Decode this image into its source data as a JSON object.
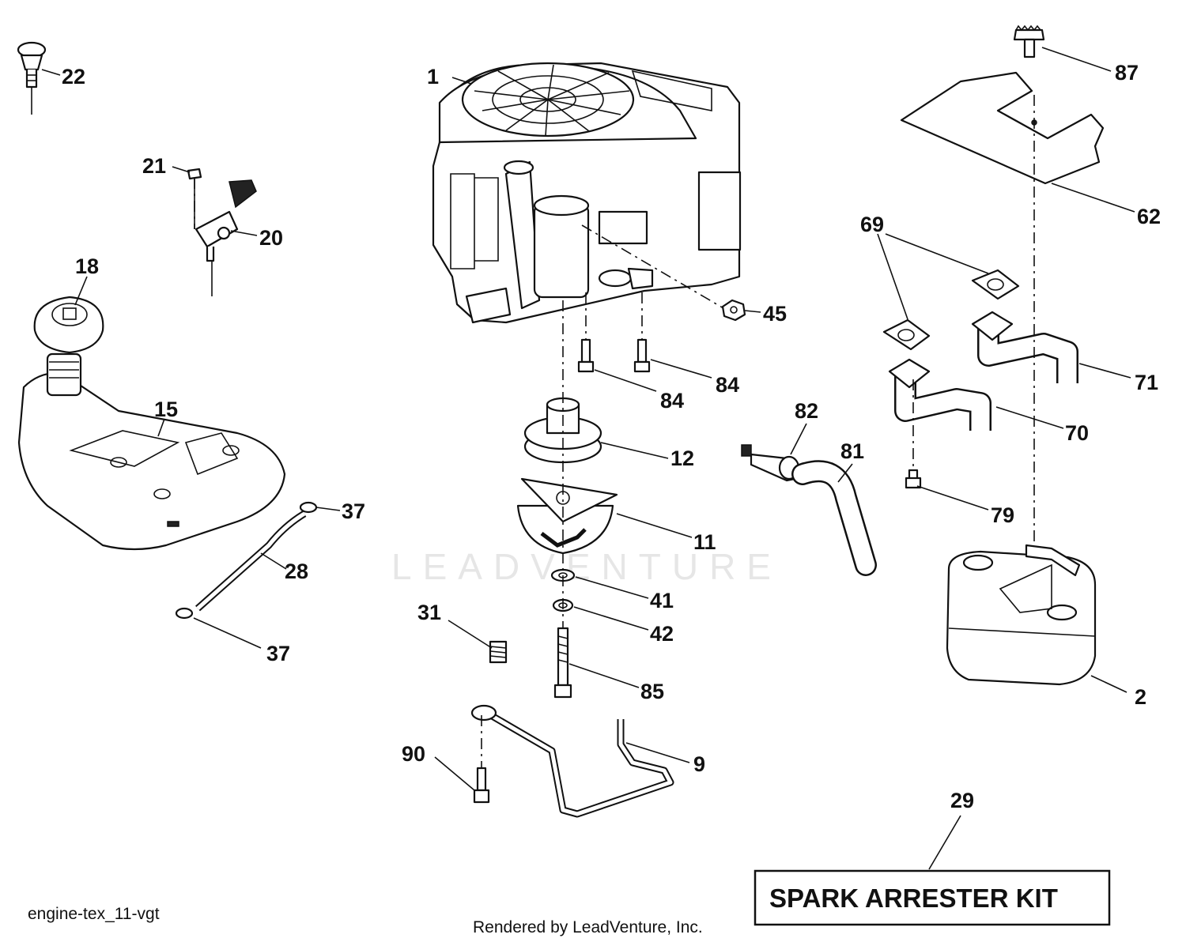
{
  "watermark": "LEADVENTURE",
  "footer": {
    "drawing_id": "engine-tex_11-vgt",
    "rendered_by": "Rendered by LeadVenture, Inc."
  },
  "kit_label": "SPARK ARRESTER KIT",
  "callouts": {
    "c1": "1",
    "c2": "2",
    "c9": "9",
    "c11": "11",
    "c12": "12",
    "c15": "15",
    "c18": "18",
    "c20": "20",
    "c21": "21",
    "c22": "22",
    "c28": "28",
    "c29": "29",
    "c31": "31",
    "c37a": "37",
    "c37b": "37",
    "c41": "41",
    "c42": "42",
    "c45": "45",
    "c62": "62",
    "c69": "69",
    "c70": "70",
    "c71": "71",
    "c79": "79",
    "c81": "81",
    "c82": "82",
    "c84a": "84",
    "c84b": "84",
    "c85": "85",
    "c87": "87",
    "c90": "90"
  }
}
